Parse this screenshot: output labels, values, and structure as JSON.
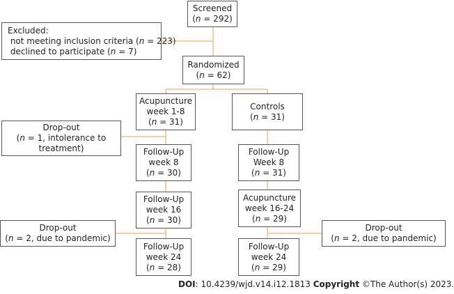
{
  "nodes": {
    "screened": [
      "Screened",
      "(n = 292)"
    ],
    "excluded": [
      "Excluded:",
      " not meeting inclusion criteria (n = 223)",
      " declined to participate (n = 7)"
    ],
    "randomized": [
      "Randomized",
      "(n = 62)"
    ],
    "acupuncture": [
      "Acupuncture",
      "week 1-8",
      "(n = 31)"
    ],
    "controls": [
      "Controls",
      "(n = 31)"
    ],
    "dropout1": [
      "Drop-out",
      "(n = 1, intolerance to",
      "treatment)"
    ],
    "followup_a8": [
      "Follow-Up",
      "week 8",
      "(n = 30)"
    ],
    "followup_c8": [
      "Follow-Up",
      "Week 8",
      "(n = 31)"
    ],
    "followup_a16": [
      "Follow-Up",
      "week 16",
      "(n = 30)"
    ],
    "acupuncture_c16": [
      "Acupuncture",
      "week 16-24",
      "(n = 29)"
    ],
    "dropout2": [
      "Drop-out",
      "(n = 2, due to pandemic)"
    ],
    "dropout3": [
      "Drop-out",
      "(n = 2, due to pandemic)"
    ],
    "followup_a24": [
      "Follow-Up",
      "week 24",
      "(n = 28)"
    ],
    "followup_c24": [
      "Follow-Up",
      "week 24",
      "(n = 29)"
    ]
  },
  "footer": {
    "doi_label": "DOI",
    "doi_value": ": 10.4239/wjd.v14.i12.1813 ",
    "copyright_label": "Copyright",
    "copyright_value": " ©The Author(s) 2023."
  },
  "colors": {
    "edge": "#f0a050",
    "border": "#555555"
  }
}
